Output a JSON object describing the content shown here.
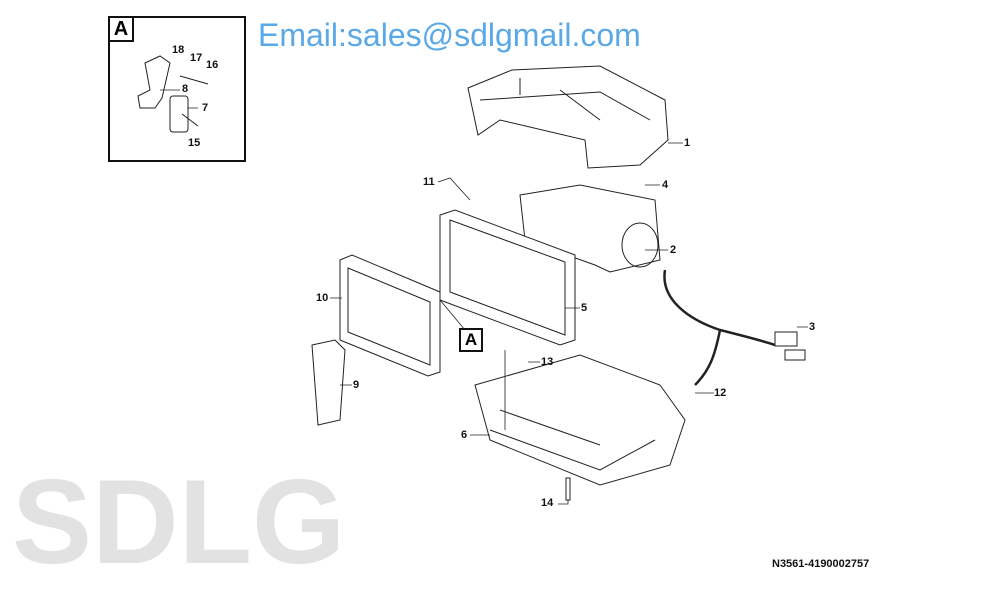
{
  "watermark": "SDLG",
  "email_watermark": "Email:sales@sdlgmail.com",
  "drawing_code": "N3561-4190002757",
  "detail_tag": "A",
  "inset": {
    "tag": "A",
    "labels": [
      "18",
      "17",
      "16",
      "8",
      "7",
      "15"
    ]
  },
  "callouts": [
    "1",
    "4",
    "11",
    "2",
    "10",
    "5",
    "3",
    "9",
    "13",
    "12",
    "6",
    "14"
  ]
}
